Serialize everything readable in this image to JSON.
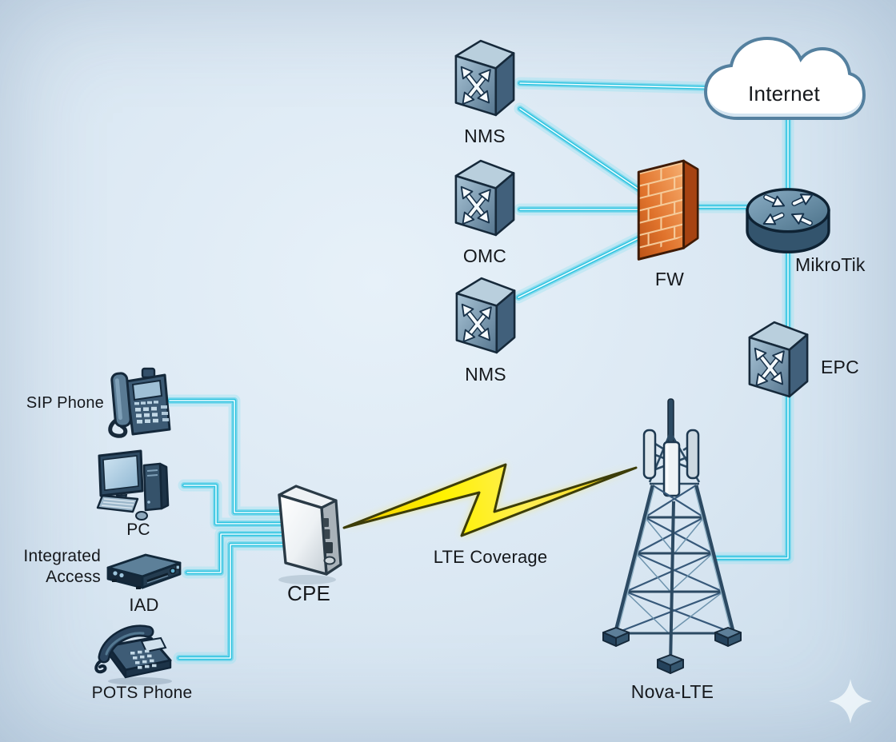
{
  "diagram": {
    "type": "network-topology",
    "nodes": {
      "internet": {
        "label": "Internet",
        "icon": "cloud-icon"
      },
      "nms_top": {
        "label": "NMS",
        "icon": "switch-icon"
      },
      "omc": {
        "label": "OMC",
        "icon": "switch-icon"
      },
      "nms_bottom": {
        "label": "NMS",
        "icon": "switch-icon"
      },
      "fw": {
        "label": "FW",
        "icon": "firewall-icon"
      },
      "mikrotik": {
        "label": "MikroTik",
        "icon": "router-icon"
      },
      "epc": {
        "label": "EPC",
        "icon": "switch-icon"
      },
      "nova_lte": {
        "label": "Nova-LTE",
        "icon": "cell-tower-icon"
      },
      "cpe": {
        "label": "CPE",
        "icon": "cpe-modem-icon"
      },
      "sip_phone": {
        "label": "SIP Phone",
        "icon": "ip-phone-icon"
      },
      "pc": {
        "label": "PC",
        "icon": "desktop-pc-icon"
      },
      "iad": {
        "label": "IAD",
        "caption_line1": "Integrated",
        "caption_line2": "Access",
        "icon": "iad-gateway-icon"
      },
      "pots_phone": {
        "label": "POTS Phone",
        "icon": "analog-phone-icon"
      }
    },
    "wireless_link": {
      "label": "LTE Coverage",
      "symbol": "lightning-bolt"
    },
    "edges": [
      {
        "from": "nms_top",
        "to": "internet",
        "type": "wired"
      },
      {
        "from": "nms_top",
        "to": "fw",
        "type": "wired"
      },
      {
        "from": "omc",
        "to": "fw",
        "type": "wired"
      },
      {
        "from": "nms_bottom",
        "to": "fw",
        "type": "wired"
      },
      {
        "from": "fw",
        "to": "mikrotik",
        "type": "wired"
      },
      {
        "from": "internet",
        "to": "mikrotik",
        "type": "wired"
      },
      {
        "from": "mikrotik",
        "to": "epc",
        "type": "wired"
      },
      {
        "from": "epc",
        "to": "nova_lte",
        "type": "wired"
      },
      {
        "from": "cpe",
        "to": "nova_lte",
        "type": "wireless",
        "label": "LTE Coverage"
      },
      {
        "from": "sip_phone",
        "to": "cpe",
        "type": "wired"
      },
      {
        "from": "pc",
        "to": "cpe",
        "type": "wired"
      },
      {
        "from": "iad",
        "to": "cpe",
        "type": "wired"
      },
      {
        "from": "pots_phone",
        "to": "cpe",
        "type": "wired"
      }
    ],
    "colors": {
      "background": "#d9e6f1",
      "link": "#2bc3e0",
      "link_core": "#f2fdff",
      "bolt_fill": "#ffe818",
      "bolt_outline": "#3d3d08",
      "firewall_orange": "#e8813f",
      "device_blue": "#5d7f9a",
      "label_text": "#15181c"
    }
  }
}
